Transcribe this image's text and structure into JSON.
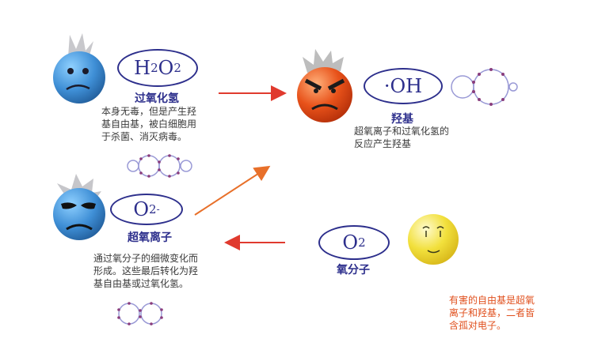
{
  "species": {
    "h2o2": {
      "formula": {
        "p1": "H",
        "p2": "2",
        "p3": "O",
        "p4": "2"
      },
      "name": "过氧化氢",
      "desc": [
        "本身无毒，但是产生羟",
        "基自由基，被白细胞用",
        "于杀菌、消灭病毒。"
      ]
    },
    "oh": {
      "formula": "·OH",
      "name": "羟基",
      "desc": [
        "超氧离子和过氧化氢的",
        "反应产生羟基"
      ]
    },
    "o2minus": {
      "formula": {
        "p1": "O",
        "p2": "2",
        "p3": "-"
      },
      "name": "超氧离子",
      "desc": [
        "通过氧分子的细微变化而",
        "形成。这些最后转化为羟",
        "基自由基或过氧化氢。"
      ]
    },
    "o2": {
      "formula": {
        "p1": "O",
        "p2": "2"
      },
      "name": "氧分子"
    }
  },
  "note": [
    "有害的自由基是超氧",
    "离子和羟基，二者皆",
    "含孤对电子。"
  ],
  "colors": {
    "navy": "#2d2f8c",
    "arrow_red": "#e03a2e",
    "arrow_orange": "#e8702a",
    "note_orange": "#e0501e",
    "face_blue": "#3f8fd6",
    "face_red": "#e8521a",
    "face_yellow": "#f2e03c",
    "molecule_circle": "#9a9ad6",
    "electron_dot": "#8a3d7c"
  },
  "icons": [
    "blue-face-icon",
    "angry-red-face-icon",
    "sad-blue-face-icon",
    "smiley-yellow-face-icon",
    "molecule-diagram-icon"
  ]
}
